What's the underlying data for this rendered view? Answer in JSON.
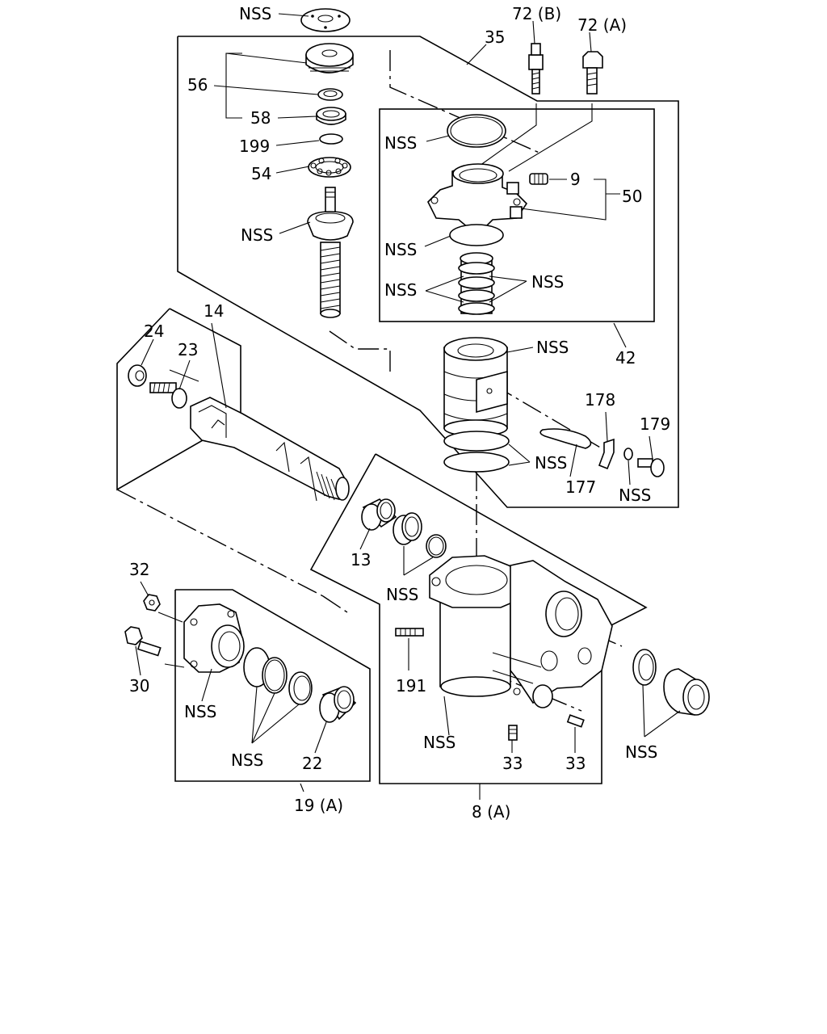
{
  "labels": {
    "nss_top": "NSS",
    "n72b": "72 (B)",
    "n72a": "72 (A)",
    "n35": "35",
    "n56": "56",
    "n58": "58",
    "n199": "199",
    "n54": "54",
    "nss_shaft": "NSS",
    "nss_oring": "NSS",
    "n9": "9",
    "n50": "50",
    "nss_seal": "NSS",
    "nss_rings_l": "NSS",
    "nss_rings_r": "NSS",
    "n42": "42",
    "n14": "14",
    "n24": "24",
    "n23": "23",
    "nss_piston": "NSS",
    "n178": "178",
    "n179": "179",
    "nss_piston_rings": "NSS",
    "n177": "177",
    "nss_washer": "NSS",
    "n13": "13",
    "nss_bushing": "NSS",
    "n32": "32",
    "n30": "30",
    "nss_cover": "NSS",
    "nss_cover_seals": "NSS",
    "n22": "22",
    "n191": "191",
    "nss_housing": "NSS",
    "n33a": "33",
    "n33b": "33",
    "nss_right": "NSS",
    "n19a": "19 (A)",
    "n8a": "8 (A)"
  }
}
